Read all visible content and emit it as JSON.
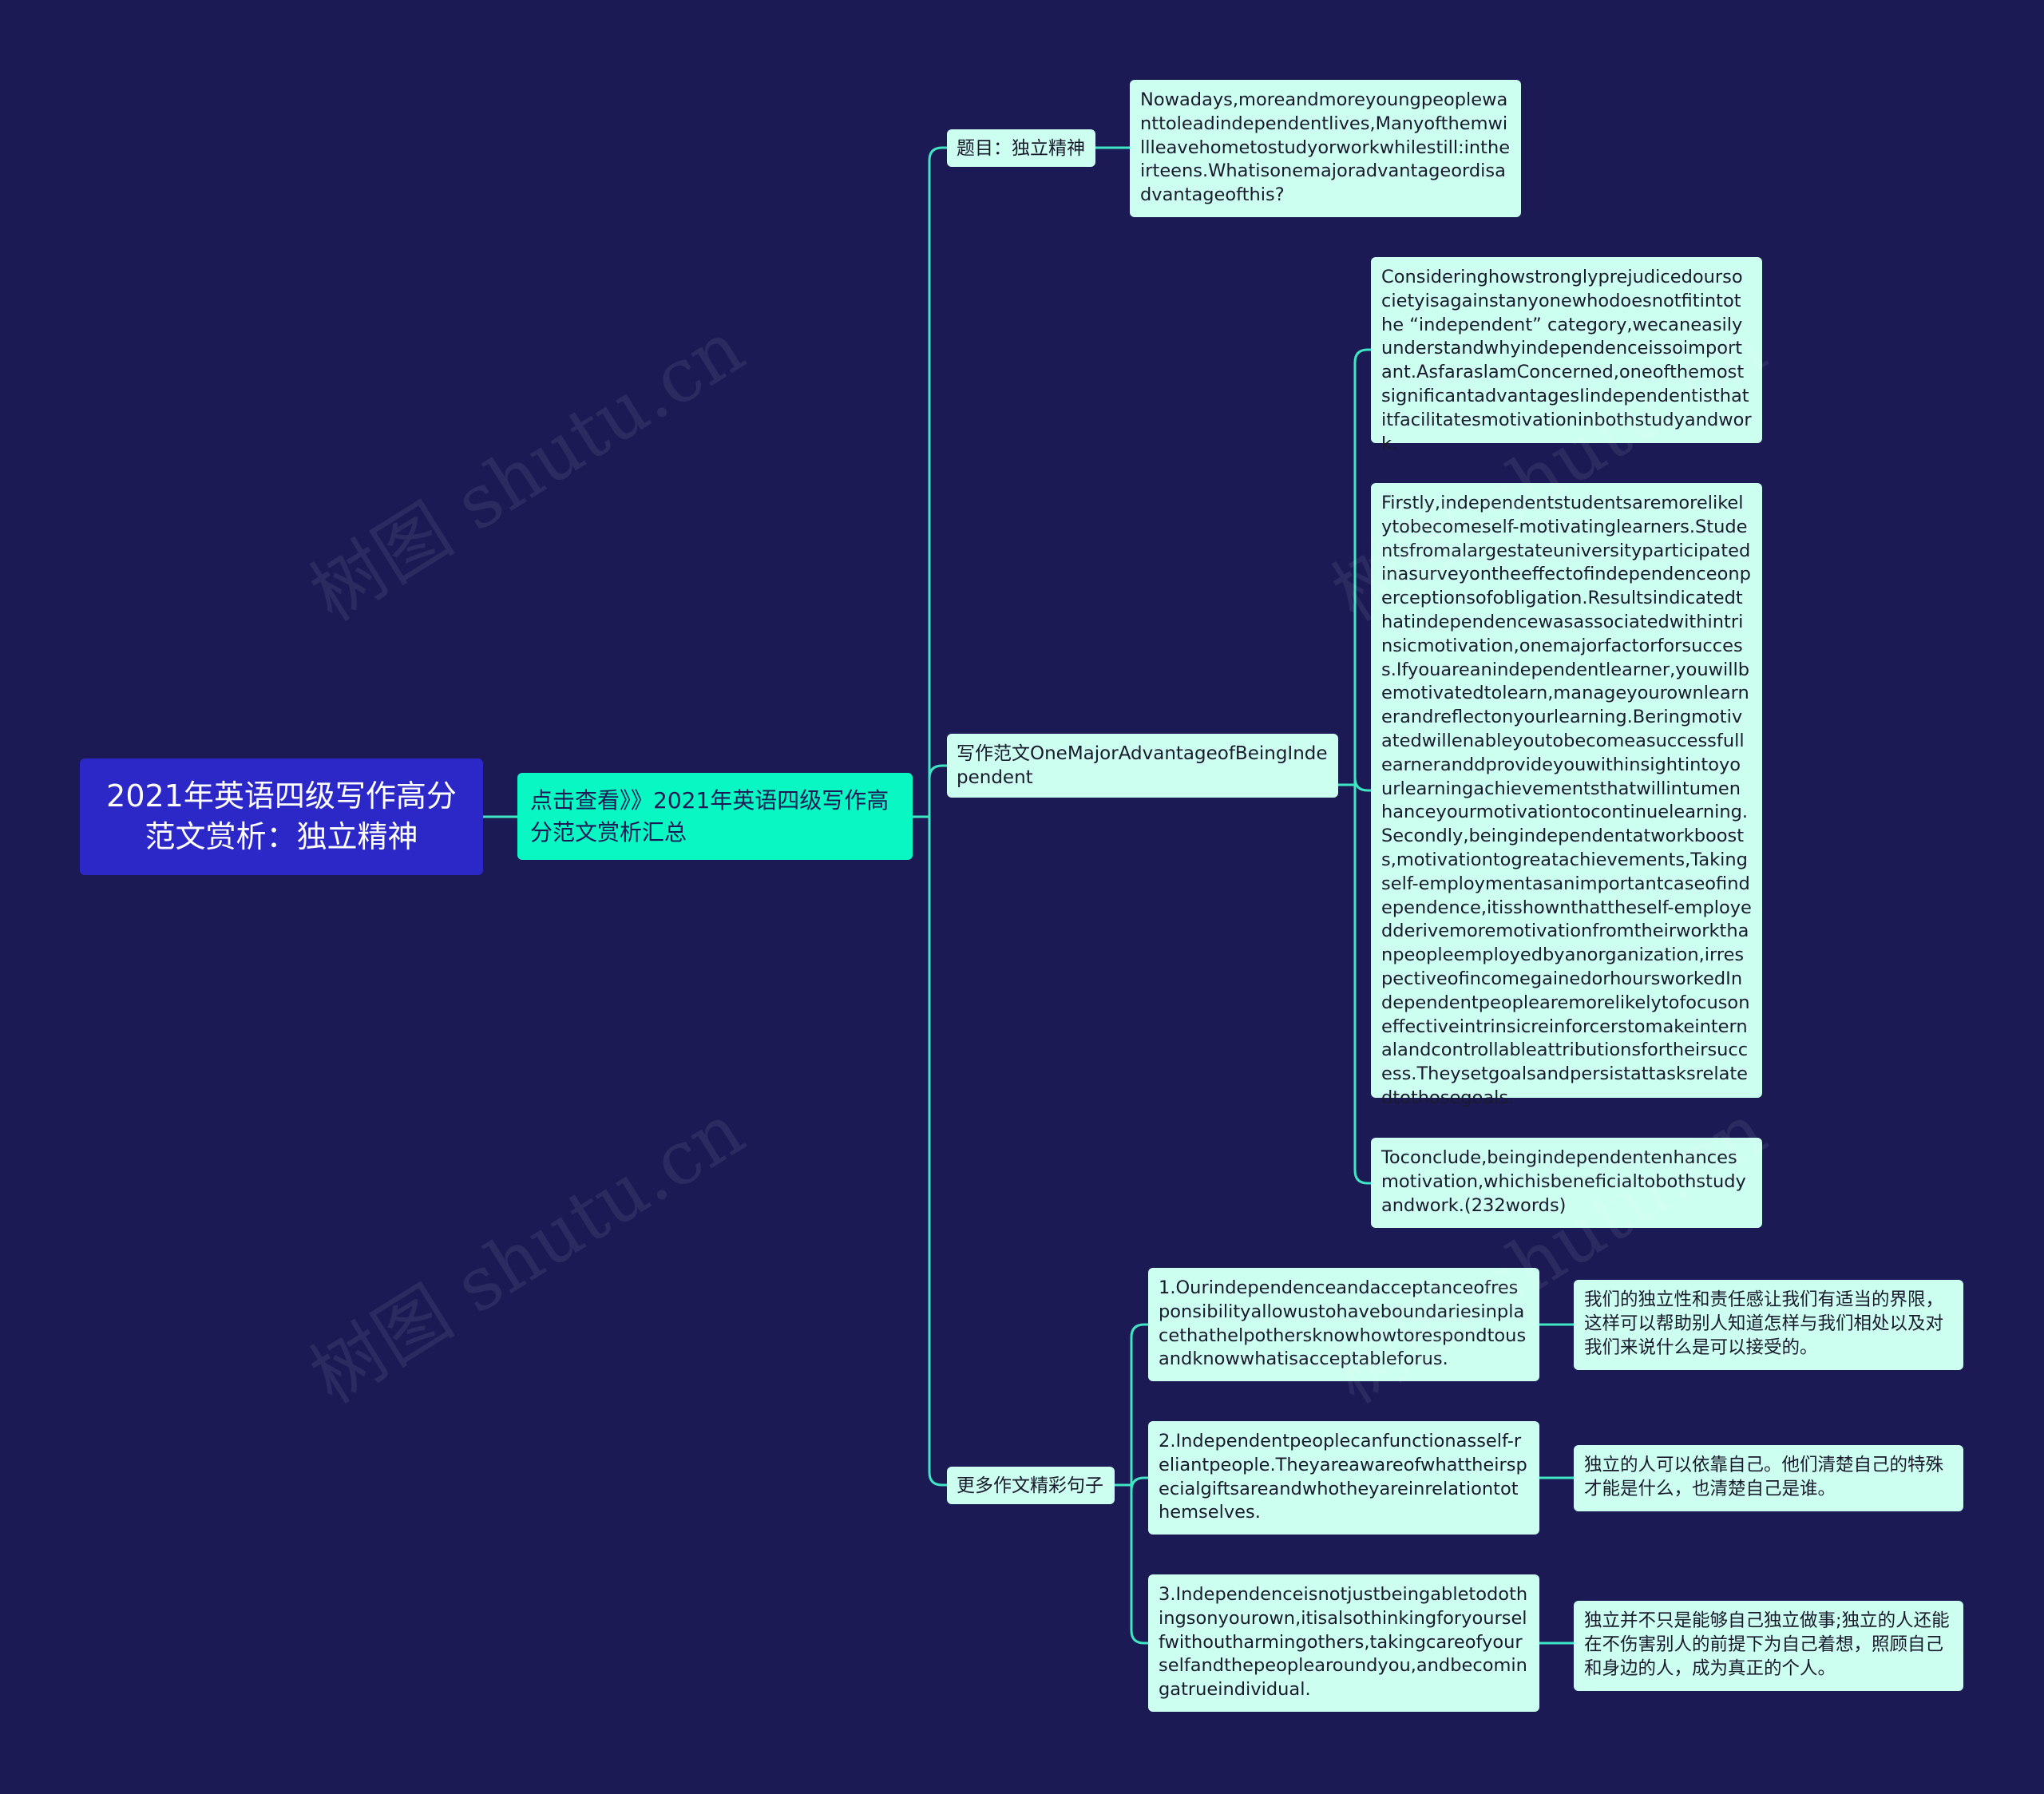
{
  "root": {
    "title": "2021年英语四级写作高分范文赏析：独立精神"
  },
  "level1": {
    "link_label": "点击查看》》2021年英语四级写作高分范文赏析汇总"
  },
  "branches": [
    {
      "label": "题目：独立精神",
      "items": [
        {
          "text": "Nowadays,moreandmoreyoungpeoplewanttoleadindependentlives,Manyofthemwillleavehometostudyorworkwhilestill:intheirteens.Whatisonemajoradvantageordisadvantageofthis?"
        }
      ]
    },
    {
      "label": "写作范文OneMajorAdvantageofBeingIndependent",
      "items": [
        {
          "text": "Consideringhowstronglyprejudicedoursocietyisagainstanyonewhodoesnotfitintothe “independent” category,wecaneasilyunderstandwhyindependenceissoimportant.AsfaraslamConcerned,oneofthemostsignificantadvantagesIindependentisthatitfacilitatesmotivationinbothstudyandwork."
        },
        {
          "text": "Firstly,independentstudentsaremorelikelytobecomeself-motivatinglearners.Studentsfromalargestateuniversityparticipatedinasurveyontheeffectofindependenceonperceptionsofobligation.Resultsindicatedthatindependencewasassociatedwithintrinsicmotivation,onemajorfactorforsuccess.Ifyouareanindependentlearner,youwillbemotivatedtolearn,manageyourownlearnerandreflectonyourlearning.Beringmotivatedwillenableyoutobecomeasuccessfullearneranddprovideyouwithinsightintoyourlearningachievementsthatwillintumenhanceyourmotivationtocontinuelearning.Secondly,beingindependentatworkboosts,motivationtogreatachievements,Takingself-employmentasanimportantcaseofindependence,itisshownthattheself-employedderivemoremotivationfromtheirworkthanpeopleemployedbyanorganization,irrespectiveofincomegainedorhoursworkedIndependentpeoplearemorelikelytofocusoneffectiveintrinsicreinforcerstomakeinternalandcontrollableattributionsfortheirsuccess.Theysetgoalsandpersistattasksrelatedtothosegoals."
        },
        {
          "text": "Toconclude,beingindependentenhancesmotivation,whichisbeneficialtobothstudyandwork.(232words)"
        }
      ]
    },
    {
      "label": "更多作文精彩句子",
      "items": [
        {
          "text": "1.Ourindependenceandacceptanceofresponsibilityallowustohaveboundariesinplacethathelpothersknowhowtorespondtousandknowwhatisacceptableforus.",
          "translation": "我们的独立性和责任感让我们有适当的界限，这样可以帮助别人知道怎样与我们相处以及对我们来说什么是可以接受的。"
        },
        {
          "text": "2.Independentpeoplecanfunctionasself-reliantpeople.Theyareawareofwhattheirspecialgiftsareandwhotheyareinrelationtothemselves.",
          "translation": "独立的人可以依靠自己。他们清楚自己的特殊才能是什么，也清楚自己是谁。"
        },
        {
          "text": "3.Independenceisnotjustbeingabletodothingsonyourown,itisalsothinkingforyourselfwithoutharmingothers,takingcareofyourselfandthepeoplearoundyou,andbecomingatrueindividual.",
          "translation": "独立并不只是能够自己独立做事;独立的人还能在不伤害别人的前提下为自己着想，照顾自己和身边的人，成为真正的个人。"
        }
      ]
    }
  ],
  "watermark": {
    "text": "树图 shutu.cn"
  },
  "colors": {
    "background": "#1b1a54",
    "root": "#2b28c7",
    "level1": "#08f7c3",
    "node": "#ccfff0",
    "connector": "#3fe6c2"
  }
}
